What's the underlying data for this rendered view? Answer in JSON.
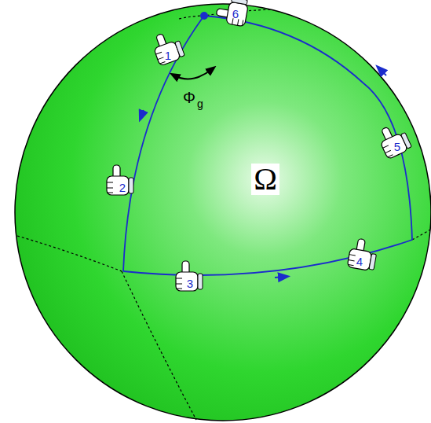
{
  "diagram": {
    "labels": [
      "1",
      "2",
      "3",
      "4",
      "5",
      "6",
      "Φ",
      "g",
      "Ω"
    ]
  }
}
